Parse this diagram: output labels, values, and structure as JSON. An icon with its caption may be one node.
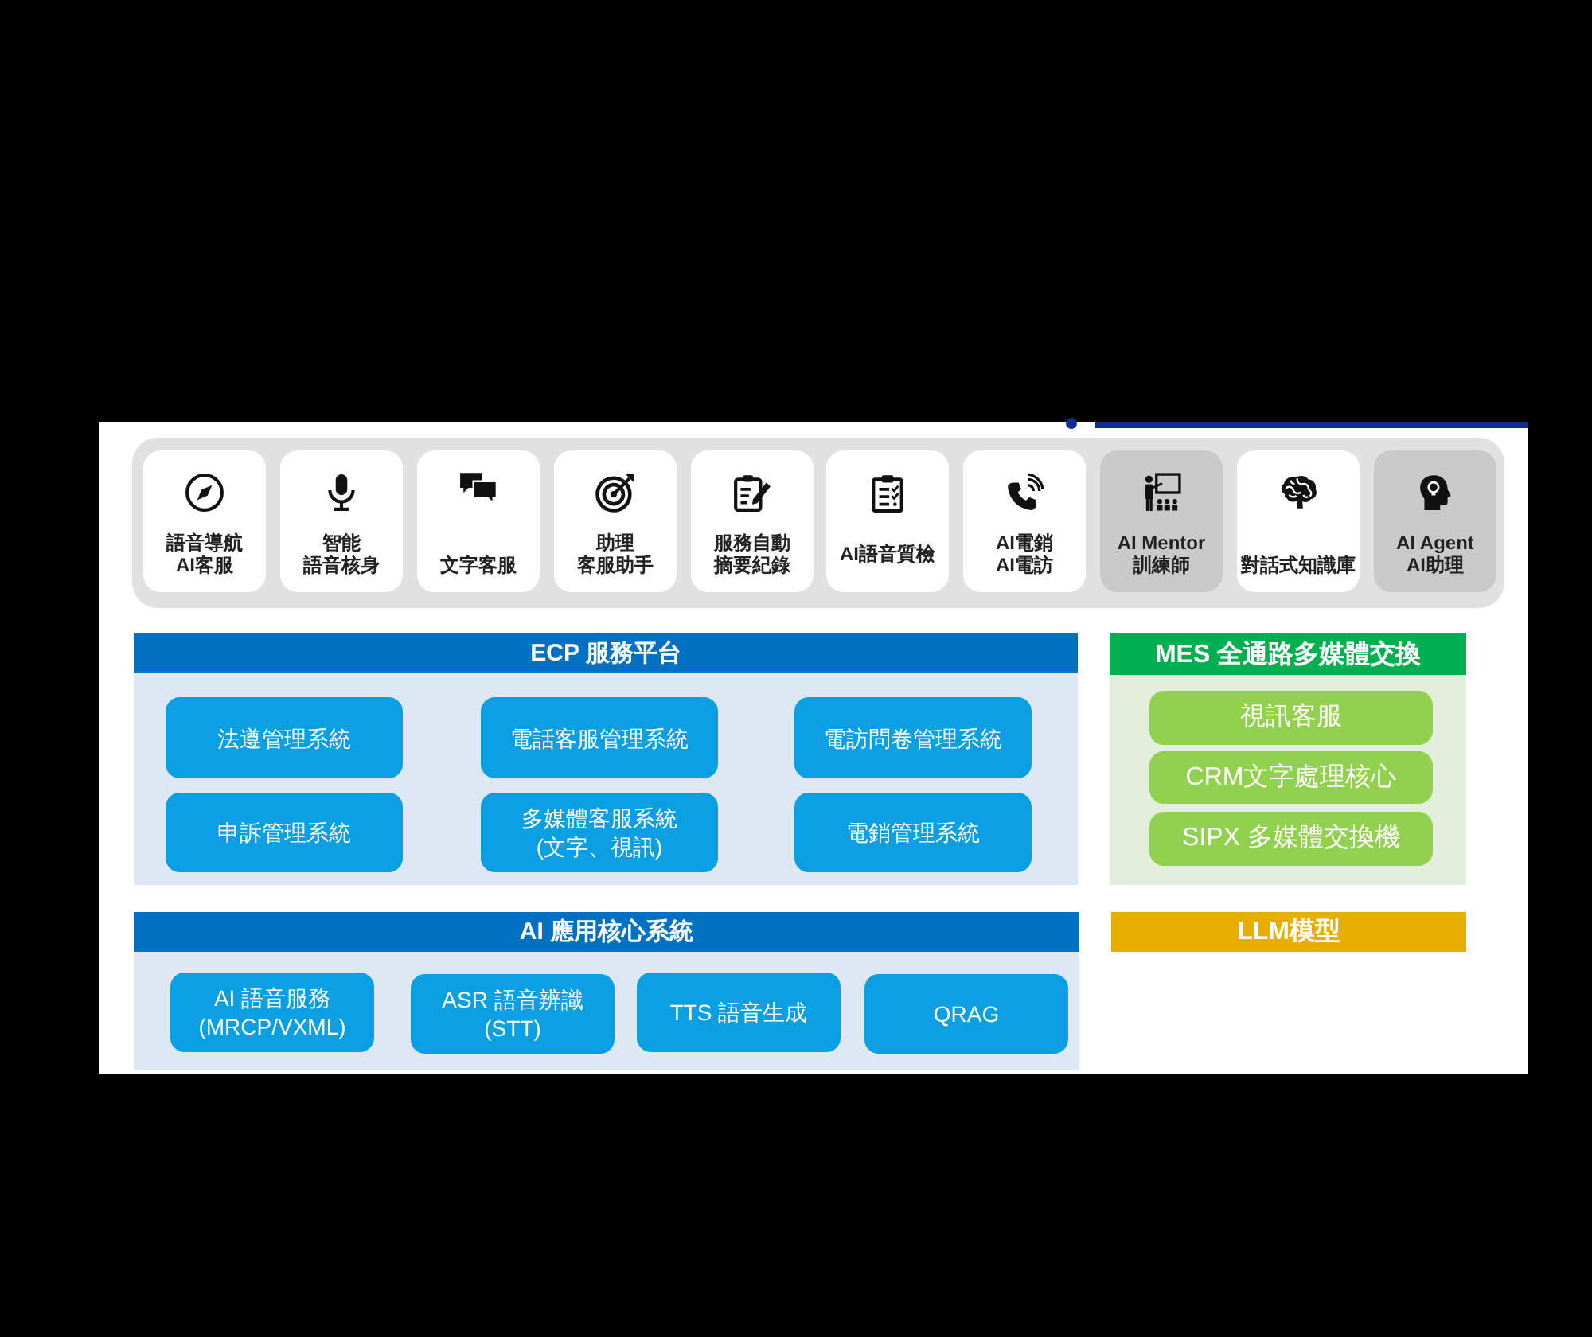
{
  "diagram": {
    "nodes": [
      {
        "text": [],
        "shape": "box"
      },
      {
        "text": [
          "語音導航AI客服"
        ],
        "in": 0
      },
      {
        "text": [
          "智能語音核身"
        ],
        "in": 0
      },
      {
        "text": [
          "文字客服"
        ],
        "in": 0
      },
      {
        "text": [
          "助理客服助手"
        ],
        "in": 0
      },
      {
        "text": [
          "服務自動摘要紀錄"
        ],
        "in": 0
      },
      {
        "text": [
          "AI語音質檢"
        ],
        "in": 0
      },
      {
        "text": [
          "AI電銷AI電訪"
        ],
        "in": 0
      },
      {
        "text": [
          "AI Mentor 訓練師"
        ],
        "in": 0
      },
      {
        "text": [
          "對話式知識庫"
        ],
        "in": 0
      },
      {
        "text": [
          "AI Agent AI助理"
        ],
        "in": 0
      },
      {
        "text": [
          "ECP 服務平台"
        ]
      },
      {
        "text": [
          "法遵管理系統"
        ],
        "in": 11
      },
      {
        "text": [
          "電話客服管理系統"
        ],
        "in": 11
      },
      {
        "text": [
          "電訪問卷管理系統"
        ],
        "in": 11
      },
      {
        "text": [
          "申訴管理系統"
        ],
        "in": 11
      },
      {
        "text": [
          "多媒體客服系統(文字、視訊)"
        ],
        "in": 11
      },
      {
        "text": [
          "電銷管理系統"
        ],
        "in": 11
      },
      {
        "text": [
          "MES 全通路多媒體交換"
        ]
      },
      {
        "text": [
          "視訊客服"
        ],
        "in": 18
      },
      {
        "text": [
          "CRM文字處理核心"
        ],
        "in": 18
      },
      {
        "text": [
          "SIPX 多媒體交換機"
        ],
        "in": 18
      },
      {
        "text": [
          "AI 應用核心系統"
        ]
      },
      {
        "text": [
          "AI 語音服務(MRCP/VXML)"
        ],
        "in": 22
      },
      {
        "text": [
          "ASR 語音辨識(STT)"
        ],
        "in": 22
      },
      {
        "text": [
          "TTS 語音生成"
        ],
        "in": 22
      },
      {
        "text": [
          "QRAG"
        ],
        "in": 22
      },
      {
        "text": [
          "LLM模型"
        ]
      }
    ]
  }
}
